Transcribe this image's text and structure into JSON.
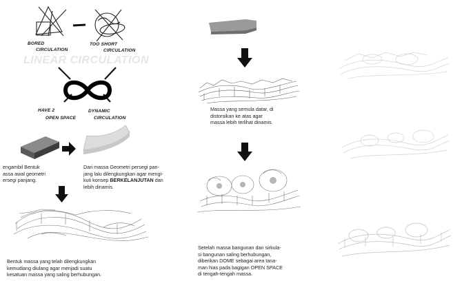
{
  "diagram": {
    "labels": {
      "bored": "BORED",
      "circulation1": "CIRCULATION",
      "too_short": "TOO SHORT",
      "circulation2": "CIRCULATION",
      "linear": "LINEAR CIRCULATION",
      "have2": "HAVE 2",
      "open_space": "OPEN SPACE",
      "dynamic": "DYNAMIC",
      "circulation3": "CIRCULATION"
    }
  },
  "texts": {
    "t1_lines": [
      "engambil Bentuk",
      "assa awal geometri",
      "ersegi panjang."
    ],
    "t2_lines_a": [
      "Dari massa Geometri persegi pan-",
      "jang lalu dilengkungkan agar mengi-"
    ],
    "t2_pre": "kuti konsep ",
    "t2_bold": "BERKELANJUTAN",
    "t2_post": " dan",
    "t2_last": "lebih dinamis.",
    "t3_lines": [
      "Bentuk massa yang telah dilengkungkan",
      "kemudiang diulang agar menjadi suatu",
      "kesatuan massa yang saling berhubungan."
    ],
    "t4_lines": [
      "Massa yang semula datar, di",
      "distorsikan ke atas agar",
      "massa lebih terlihat dinamis."
    ],
    "t5_lines": [
      "Setelah massa bangunan dan sirkula-",
      "si bangunan saling berhubungan,",
      "diberikan DOME sebagai area tana-",
      "man hias pada bagigan OPEN SPACE",
      "di tengah-tengah massa."
    ]
  }
}
